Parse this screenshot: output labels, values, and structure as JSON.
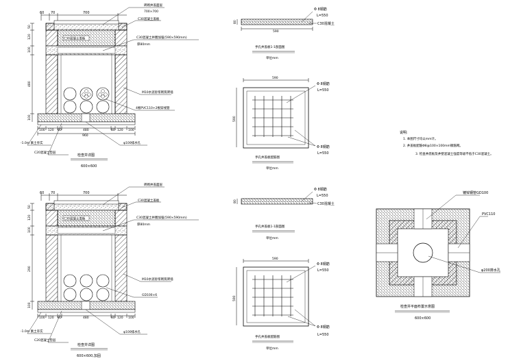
{
  "top_section": {
    "dim_top": [
      "60",
      "70",
      "700"
    ],
    "dim_side": [
      "50",
      "120",
      "100",
      "480",
      "100"
    ],
    "dim_bottom": [
      "100",
      "120",
      "80",
      "480",
      "80",
      "120",
      "100"
    ],
    "dim_total": "960",
    "label_cover": "砖砌井盖面层",
    "label_cover_size": "700×700",
    "label_c30_top": "C30混凝土盖板",
    "label_slab": "C30混凝土盖板",
    "label_c30_wall": "C30混凝土井圈加强(590×590mm)",
    "label_depth": "厚80mm",
    "label_m10": "M10水泥砂浆砌筑砖墙",
    "label_pvc": "4根PVC110+2根穿线管",
    "label_floor": "-1.0m 素土夯实",
    "label_c20": "C20混凝土垫层",
    "label_drain": "φ100排水孔",
    "title": "检查井详图",
    "subtitle": "600×600"
  },
  "bottom_section": {
    "dim_top": [
      "60",
      "70",
      "700"
    ],
    "dim_side": [
      "50",
      "120",
      "100",
      "290",
      "100"
    ],
    "dim_bottom": [
      "100",
      "120",
      "80",
      "480",
      "80",
      "120",
      "100"
    ],
    "label_cover": "砖砌井盖面层",
    "label_c30_top": "C30混凝土盖板",
    "label_slab": "C30混凝土盖板",
    "label_c30_wall": "C30混凝土井圈加强(590×590mm)",
    "label_depth": "厚80mm",
    "label_m10": "M10水泥砂浆砌筑砖墙",
    "label_gd": "GD100×6",
    "label_floor": "-1.0m 素土夯实",
    "label_c20": "C20混凝土垫层",
    "label_drain": "φ100排水孔",
    "title": "检查井详图",
    "subtitle": "600×600,加固"
  },
  "slab_top": {
    "dim_side": "80",
    "dim_width": "590",
    "label_rebar": "Φ 8钢筋",
    "label_l": "L=550",
    "label_concrete": "C30混凝土",
    "title": "手孔井盖板1-1剖面图",
    "subtitle": "单位mm"
  },
  "plan_top": {
    "dim_width": "590",
    "dim_height": "590",
    "label_rebar1": "Φ 8钢筋",
    "label_l1": "L=550",
    "label_rebar2": "Φ 8钢筋",
    "label_l2": "L=550",
    "title": "手孔井盖板配筋图",
    "subtitle": "单位mm"
  },
  "slab_bottom": {
    "dim_side": "80",
    "label_rebar": "Φ 8钢筋",
    "label_l": "L=550",
    "label_concrete": "C30混凝土",
    "title": "手孔井盖板1-1剖面图",
    "subtitle": "单位mm"
  },
  "plan_bottom": {
    "dim_width": "590",
    "dim_height": "590",
    "label_rebar1": "Φ 8钢筋",
    "label_l1": "L=550",
    "label_rebar2": "Φ 8钢筋",
    "label_l2": "L=550",
    "title": "手孔井盖板配筋图",
    "subtitle": "单位mm"
  },
  "notes": {
    "heading": "说明:",
    "lines": [
      "1. 本图尺寸均以mm计。",
      "2. 井盖板配筋Φ8@100×100mm钢筋网。",
      "3. 检查井底板及井壁混凝土强度等级不低于C30混凝土。"
    ]
  },
  "plan_view": {
    "label_gd": "镀锌钢管GD100",
    "label_pvc": "PVC110",
    "label_drain": "φ200排水孔",
    "title": "检查井平面布置示意图",
    "subtitle": "600×600"
  }
}
